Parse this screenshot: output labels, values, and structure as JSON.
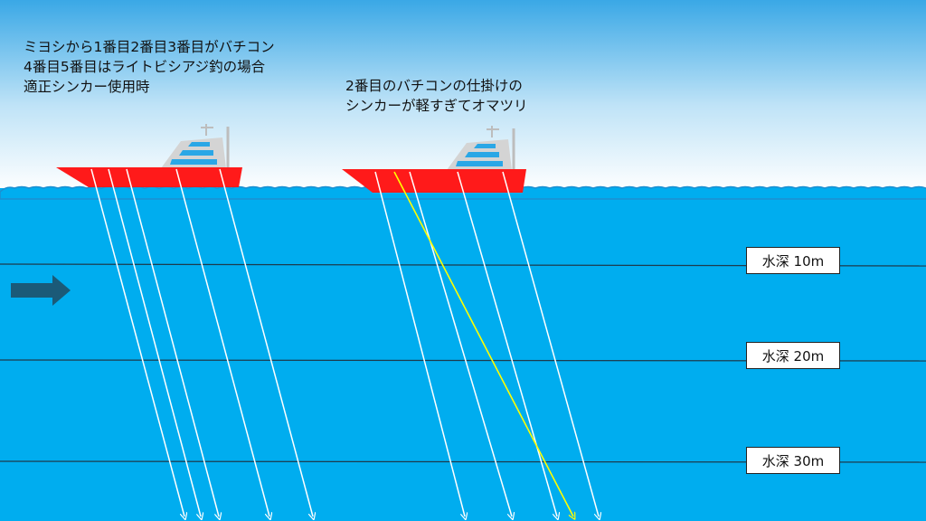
{
  "captions": {
    "left": [
      "ミヨシから1番目2番目3番目がバチコン",
      "4番目5番目はライトビシアジ釣の場合",
      "適正シンカー使用時"
    ],
    "right": [
      "2番目のバチコンの仕掛けの",
      "シンカーが軽すぎてオマツリ"
    ]
  },
  "depth_labels": [
    "水深 10m",
    "水深 20m",
    "水深 30m"
  ],
  "colors": {
    "sea": "#00adef",
    "sky_top": "#39a9e6",
    "hull": "#ff1a1a",
    "cabin": "#d4d4d4",
    "window_stripe": "#2aa7e6",
    "line_normal": "#ffffff",
    "line_tangled": "#ffff00",
    "current_arrow": "#1b5a78",
    "depth_line": "#1d3b4d"
  },
  "icons": {
    "current_arrow": "arrow-right-icon",
    "boat": "fishing-boat-icon"
  }
}
